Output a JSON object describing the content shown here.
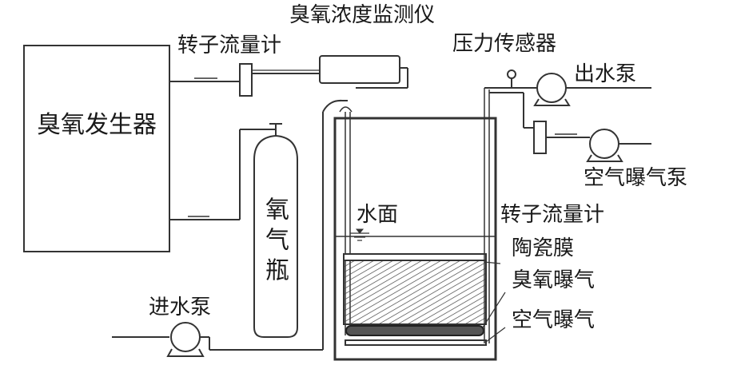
{
  "labels": {
    "ozone_generator": "臭氧发生器",
    "rotameter_top": "转子流量计",
    "ozone_monitor": "臭氧浓度监测仪",
    "pressure_sensor": "压力传感器",
    "outlet_pump": "出水泵",
    "air_pump": "空气曝气泵",
    "oxygen_bottle": "氧气瓶",
    "water_surface": "水面",
    "rotameter_right": "转子流量计",
    "ceramic_membrane": "陶瓷膜",
    "ozone_aeration": "臭氧曝气",
    "air_aeration": "空气曝气",
    "inlet_pump": "进水泵"
  },
  "colors": {
    "line": "#333333",
    "membrane_fill": "#bdbdbd",
    "aerator_fill": "#555555"
  }
}
